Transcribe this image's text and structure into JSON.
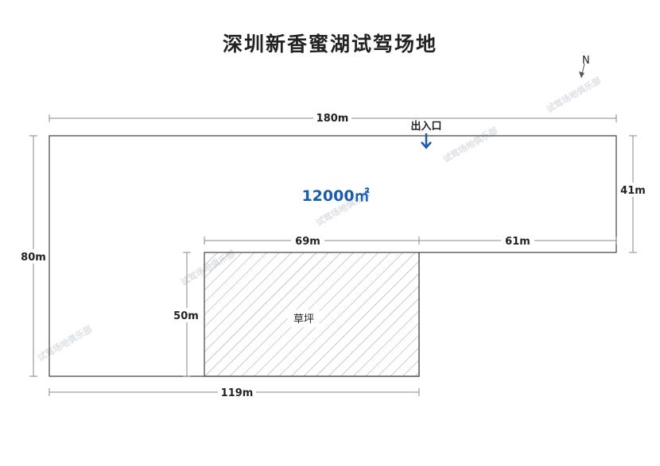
{
  "title": "深圳新香蜜湖试驾场地",
  "area_label": "12000㎡",
  "entrance_label": "出入口",
  "lawn_label": "草坪",
  "compass_label": "N",
  "dimensions": {
    "top": "180m",
    "left": "80m",
    "right": "41m",
    "inner_top_left": "69m",
    "inner_top_right": "61m",
    "inner_left": "50m",
    "bottom": "119m"
  },
  "colors": {
    "area_text": "#1a5bab",
    "entrance_arrow": "#1a5bab",
    "outline": "#444444",
    "dimension_line": "#888888",
    "hatch": "#9a9a9a"
  }
}
